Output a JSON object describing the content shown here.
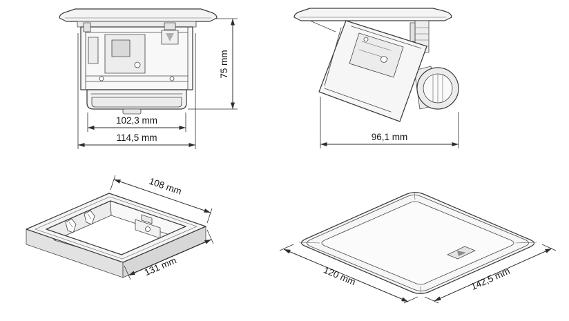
{
  "palette": {
    "background": "#ffffff",
    "line": "#3c3c3c",
    "dim_text": "#161616"
  },
  "views": {
    "front": {
      "dims": {
        "inner_width": "102,3 mm",
        "flange_width": "114,5 mm",
        "height": "75 mm"
      }
    },
    "side": {
      "dims": {
        "depth": "96,1 mm"
      }
    },
    "cutout": {
      "dims": {
        "width": "108 mm",
        "length": "131 mm"
      }
    },
    "cover": {
      "dims": {
        "width": "120 mm",
        "length": "142,5 mm"
      }
    }
  }
}
